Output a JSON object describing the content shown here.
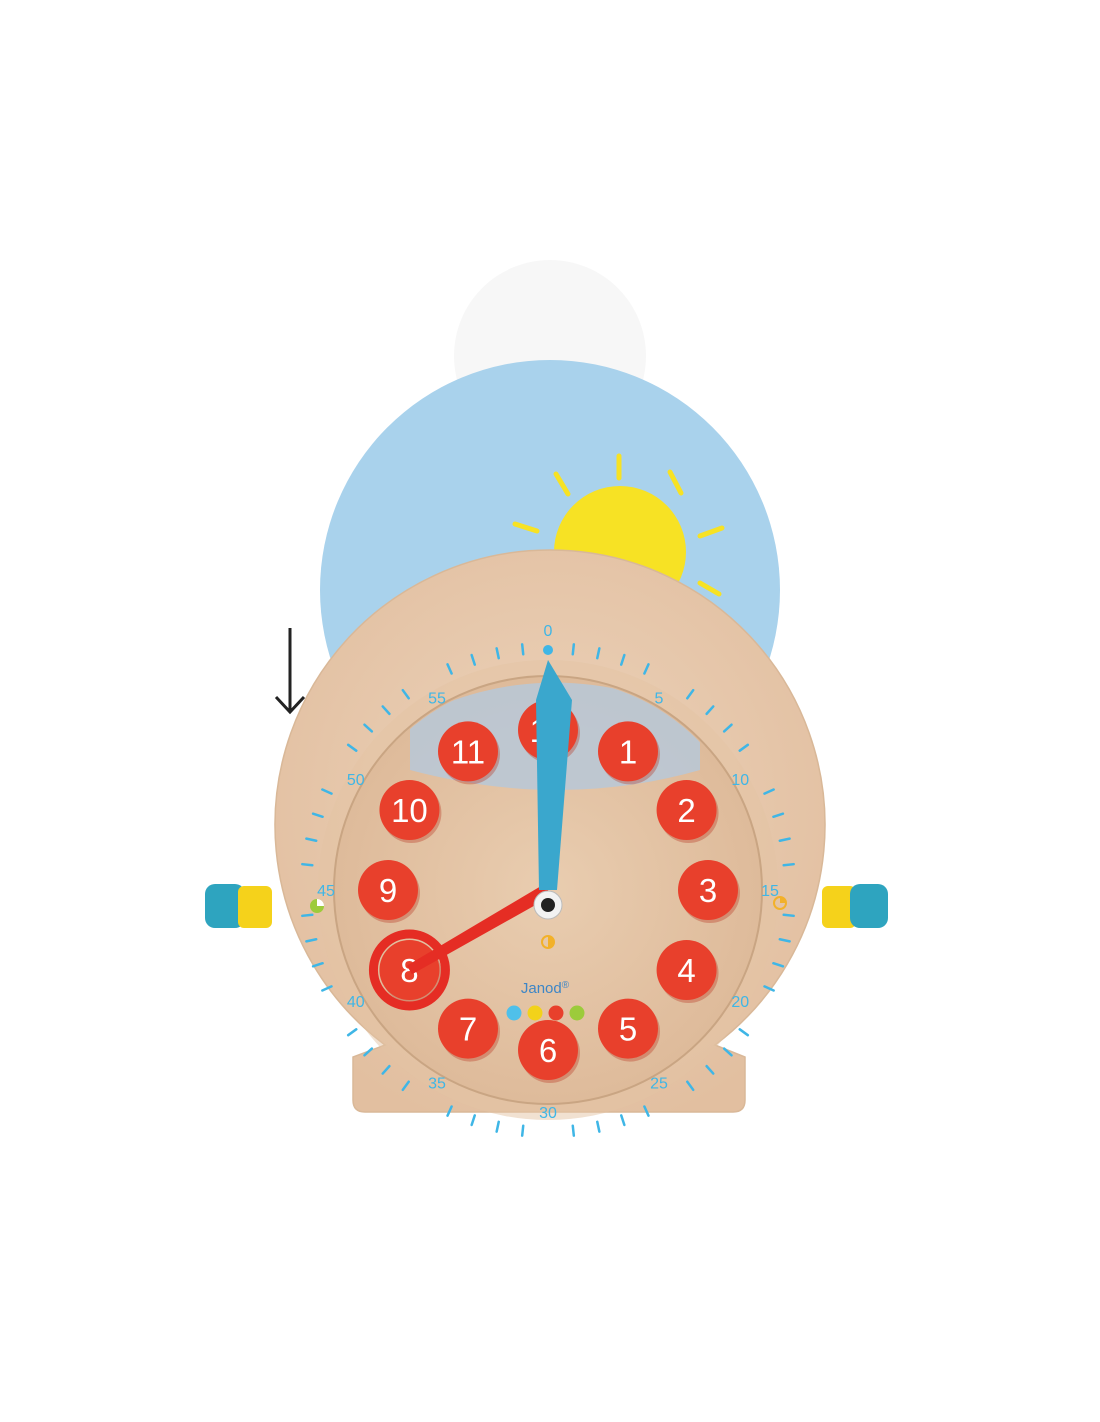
{
  "brand": {
    "name": "Janod",
    "mark": "®",
    "dot_colors": [
      "#4fc0ea",
      "#f2d21a",
      "#e8402c",
      "#9ccb3b"
    ]
  },
  "hour_numbers": [
    "12",
    "1",
    "2",
    "3",
    "4",
    "5",
    "6",
    "7",
    "8",
    "9",
    "10",
    "11"
  ],
  "minute_labels": [
    "0",
    "5",
    "10",
    "15",
    "20",
    "25",
    "30",
    "35",
    "40",
    "45",
    "50",
    "55"
  ],
  "clock_time": {
    "hour": 8,
    "minute": 0
  },
  "icons": {
    "direction_arrow": "down-arrow-icon",
    "sky_sun": "sun-icon",
    "sky_cloud": "cloud-icon",
    "quarter_marks": [
      "quarter-past-icon",
      "half-past-icon",
      "quarter-to-icon"
    ]
  },
  "colors": {
    "wood": "#e6c5a6",
    "wood_rim": "#eacfb6",
    "sky": "#a9d2ec",
    "sun": "#f7e224",
    "hour_token": "#e8402c",
    "minute_hand": "#3aa7cd",
    "hour_hand": "#e52d24",
    "tick": "#3fb6e6",
    "knob_yellow": "#f5d21b",
    "knob_teal": "#2ea4bf"
  }
}
